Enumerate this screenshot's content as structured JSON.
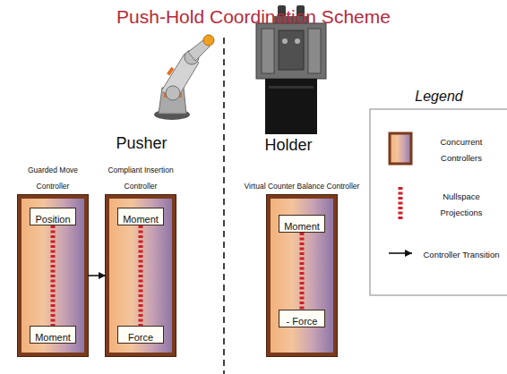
{
  "diagram": {
    "title": "Push-Hold Coordination Scheme",
    "nodes": [
      {
        "text": [
          "Guarded Move Controller"
        ]
      },
      {
        "text": [
          "Position"
        ],
        "in": 0
      },
      {
        "text": [
          "Moment"
        ],
        "in": 0
      },
      {
        "text": [
          "Compliant Insertion Controller"
        ]
      },
      {
        "text": [
          "Moment"
        ],
        "in": 3
      },
      {
        "text": [
          "Force"
        ],
        "in": 3
      },
      {
        "text": [
          "Virtual Counter Balance Controller"
        ]
      },
      {
        "text": [
          "Moment"
        ],
        "in": 6
      },
      {
        "text": [
          "- Force"
        ],
        "in": 6
      }
    ],
    "edges": [
      {
        "from": 1,
        "to": 2,
        "arrow": "none"
      },
      {
        "from": 0,
        "to": 3,
        "arrow": "to"
      },
      {
        "from": 4,
        "to": 5,
        "arrow": "none"
      },
      {
        "from": 7,
        "to": 8,
        "arrow": "none"
      }
    ],
    "labels": [
      "Pusher",
      "Holder",
      "Legend"
    ],
    "legend": [
      {
        "text": "Concurrent Controllers"
      },
      {
        "text": "Nullspace Projections"
      },
      {
        "text": "Controller Transition"
      }
    ]
  }
}
